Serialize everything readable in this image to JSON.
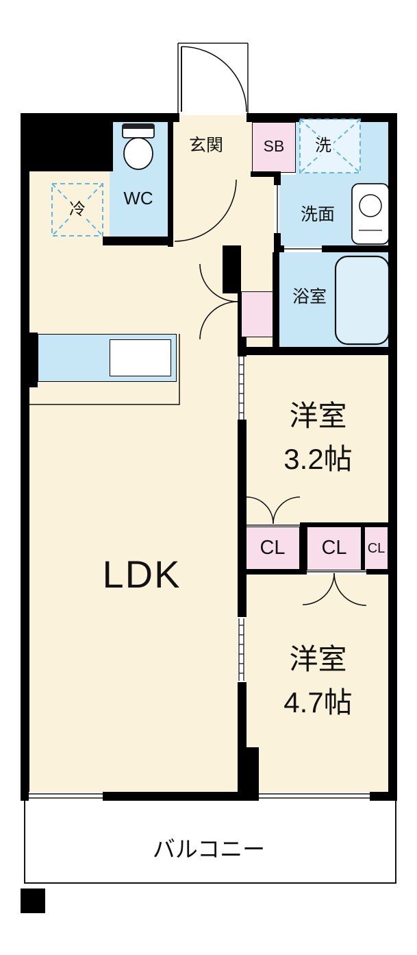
{
  "colors": {
    "wall": "#000000",
    "floor_cream": "#FBF2DB",
    "wet_blue": "#C7E7F7",
    "closet_pink": "#F7DEEA",
    "dashed_symbol_blue": "#5FB6E3",
    "washer_fill": "#E9F5FC"
  },
  "rooms": {
    "genkan": "玄関",
    "shoebox": "SB",
    "washer": "洗",
    "wc": "WC",
    "fridge": "冷",
    "washroom": "洗面",
    "bathroom": "浴室",
    "ldk": "LDK",
    "bedroom1": "洋室",
    "bedroom1_size": "3.2帖",
    "closet1": "CL",
    "closet2": "CL",
    "closet3": "CL",
    "bedroom2": "洋室",
    "bedroom2_size": "4.7帖",
    "balcony": "バルコニー"
  }
}
